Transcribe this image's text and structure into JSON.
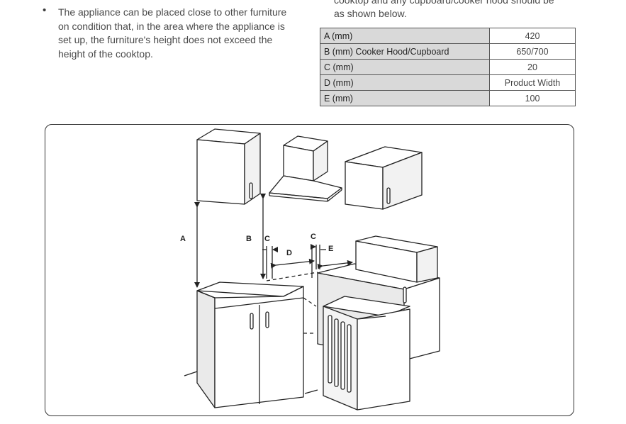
{
  "bullet": {
    "symbol": "•",
    "text": "The appliance can be placed close to other furniture on condition that, in the area where the appliance is set up, the furniture's height does not exceed the height of the cooktop."
  },
  "right_text": "cooktop and any cupboard/cooker hood should be\nas shown below.",
  "table": {
    "rows": [
      {
        "label": "A (mm)",
        "value": "420"
      },
      {
        "label": "B (mm) Cooker Hood/Cupboard",
        "value": "650/700"
      },
      {
        "label": "C (mm)",
        "value": "20"
      },
      {
        "label": "D (mm)",
        "value": "Product Width"
      },
      {
        "label": "E (mm)",
        "value": "100"
      }
    ]
  },
  "figure": {
    "labels": {
      "a": "A",
      "b": "B",
      "c1": "C",
      "c2": "C",
      "d": "D",
      "e": "E"
    }
  }
}
